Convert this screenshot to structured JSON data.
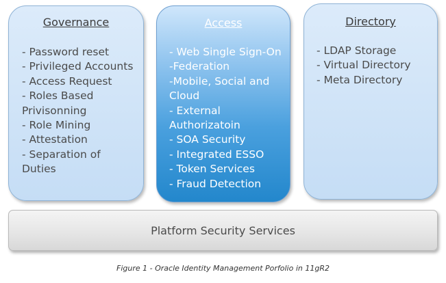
{
  "columns": [
    {
      "title": "Governance",
      "items": [
        "- Password reset",
        "- Privileged Accounts",
        "- Access Request",
        "- Roles Based",
        "Privisonning",
        "- Role Mining",
        "- Attestation",
        "- Separation of",
        "Duties"
      ]
    },
    {
      "title": "Access",
      "items": [
        "- Web Single Sign-On",
        "-Federation",
        "-Mobile, Social and",
        "Cloud",
        "- External",
        "Authorizatoin",
        "- SOA Security",
        "- Integrated ESSO",
        "- Token Services",
        "- Fraud Detection"
      ]
    },
    {
      "title": "Directory",
      "items": [
        "- LDAP Storage",
        "- Virtual Directory",
        "- Meta Directory"
      ]
    }
  ],
  "platform": {
    "label": "Platform Security Services"
  },
  "caption": "Figure 1 - Oracle Identity Management Porfolio in 11gR2",
  "colors": {
    "column_fill": "#c5ddf5",
    "access_fill": "#2387cc",
    "platform_fill": "#e6e6e6"
  }
}
